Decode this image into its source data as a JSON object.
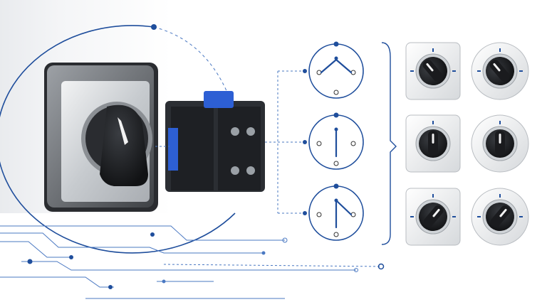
{
  "colors": {
    "accent": "#1f4e9c",
    "line": "#4a78c2",
    "knob": "#1b1d20",
    "switch_body": "#25282c",
    "contact_blue": "#2d5fd4",
    "plate": "#c9cdd2",
    "bezel": "#6f7379",
    "tile": "#eceef0"
  },
  "main_switch": {
    "icon": "rotary-selector-switch",
    "position": "center"
  },
  "contact_block": {
    "icon": "contact-block-module"
  },
  "schematics": [
    {
      "icon": "switch-schematic-left",
      "state": "left"
    },
    {
      "icon": "switch-schematic-center",
      "state": "center"
    },
    {
      "icon": "switch-schematic-right",
      "state": "right"
    }
  ],
  "variants": [
    {
      "row": "left",
      "tiles": [
        "square-knob-left",
        "round-knob-left"
      ]
    },
    {
      "row": "center",
      "tiles": [
        "square-knob-center",
        "round-knob-center"
      ]
    },
    {
      "row": "right",
      "tiles": [
        "square-knob-right",
        "round-knob-right"
      ]
    }
  ]
}
